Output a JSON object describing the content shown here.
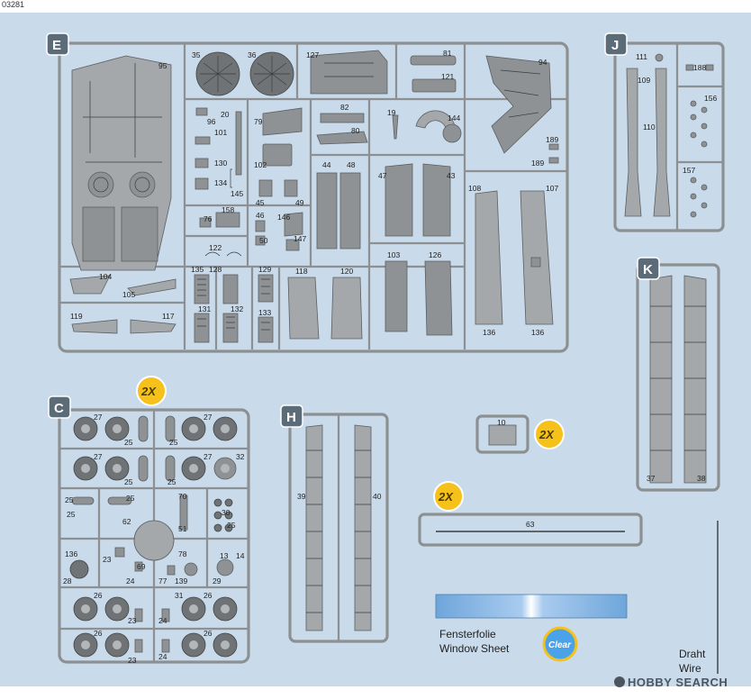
{
  "header": {
    "code": "03281"
  },
  "sprues": [
    {
      "tag": "E",
      "parts": [
        "95",
        "35",
        "36",
        "127",
        "81",
        "121",
        "94",
        "20",
        "96",
        "101",
        "79",
        "82",
        "80",
        "19",
        "144",
        "189",
        "189",
        "130",
        "134",
        "145",
        "102",
        "45",
        "49",
        "44",
        "48",
        "47",
        "43",
        "108",
        "107",
        "158",
        "76",
        "46",
        "146",
        "50",
        "147",
        "122",
        "135",
        "128",
        "129",
        "118",
        "120",
        "103",
        "126",
        "136",
        "136",
        "104",
        "105",
        "119",
        "117",
        "131",
        "132",
        "133"
      ]
    },
    {
      "tag": "J",
      "parts": [
        "111",
        "188",
        "109",
        "110",
        "156",
        "157"
      ]
    },
    {
      "tag": "K",
      "parts": [
        "37",
        "38"
      ]
    },
    {
      "tag": "C",
      "multiplier": "2X",
      "parts": [
        "27",
        "25",
        "27",
        "25",
        "27",
        "25",
        "27",
        "25",
        "32",
        "25",
        "70",
        "25",
        "62",
        "51",
        "30",
        "25",
        "136",
        "23",
        "78",
        "13",
        "14",
        "69",
        "28",
        "24",
        "77",
        "139",
        "29",
        "26",
        "31",
        "26",
        "23",
        "24",
        "26",
        "26",
        "23",
        "24"
      ]
    },
    {
      "tag": "H",
      "parts": [
        "39",
        "40"
      ]
    },
    {
      "tag": "",
      "multiplier": "2X",
      "parts": [
        "10"
      ]
    },
    {
      "tag": "",
      "multiplier": "2X",
      "parts": [
        "63"
      ]
    }
  ],
  "window_sheet": {
    "line1": "Fensterfolie",
    "line2": "Window Sheet",
    "badge": "Clear"
  },
  "wire": {
    "line1": "Draht",
    "line2": "Wire"
  },
  "watermark": {
    "brand": "HOBBY SEARCH"
  },
  "colors": {
    "background": "#c9daea",
    "plastic": "#8e9294",
    "tag": "#5c6b78",
    "badge": "#f5c11a",
    "window": "#7fb3e0"
  }
}
